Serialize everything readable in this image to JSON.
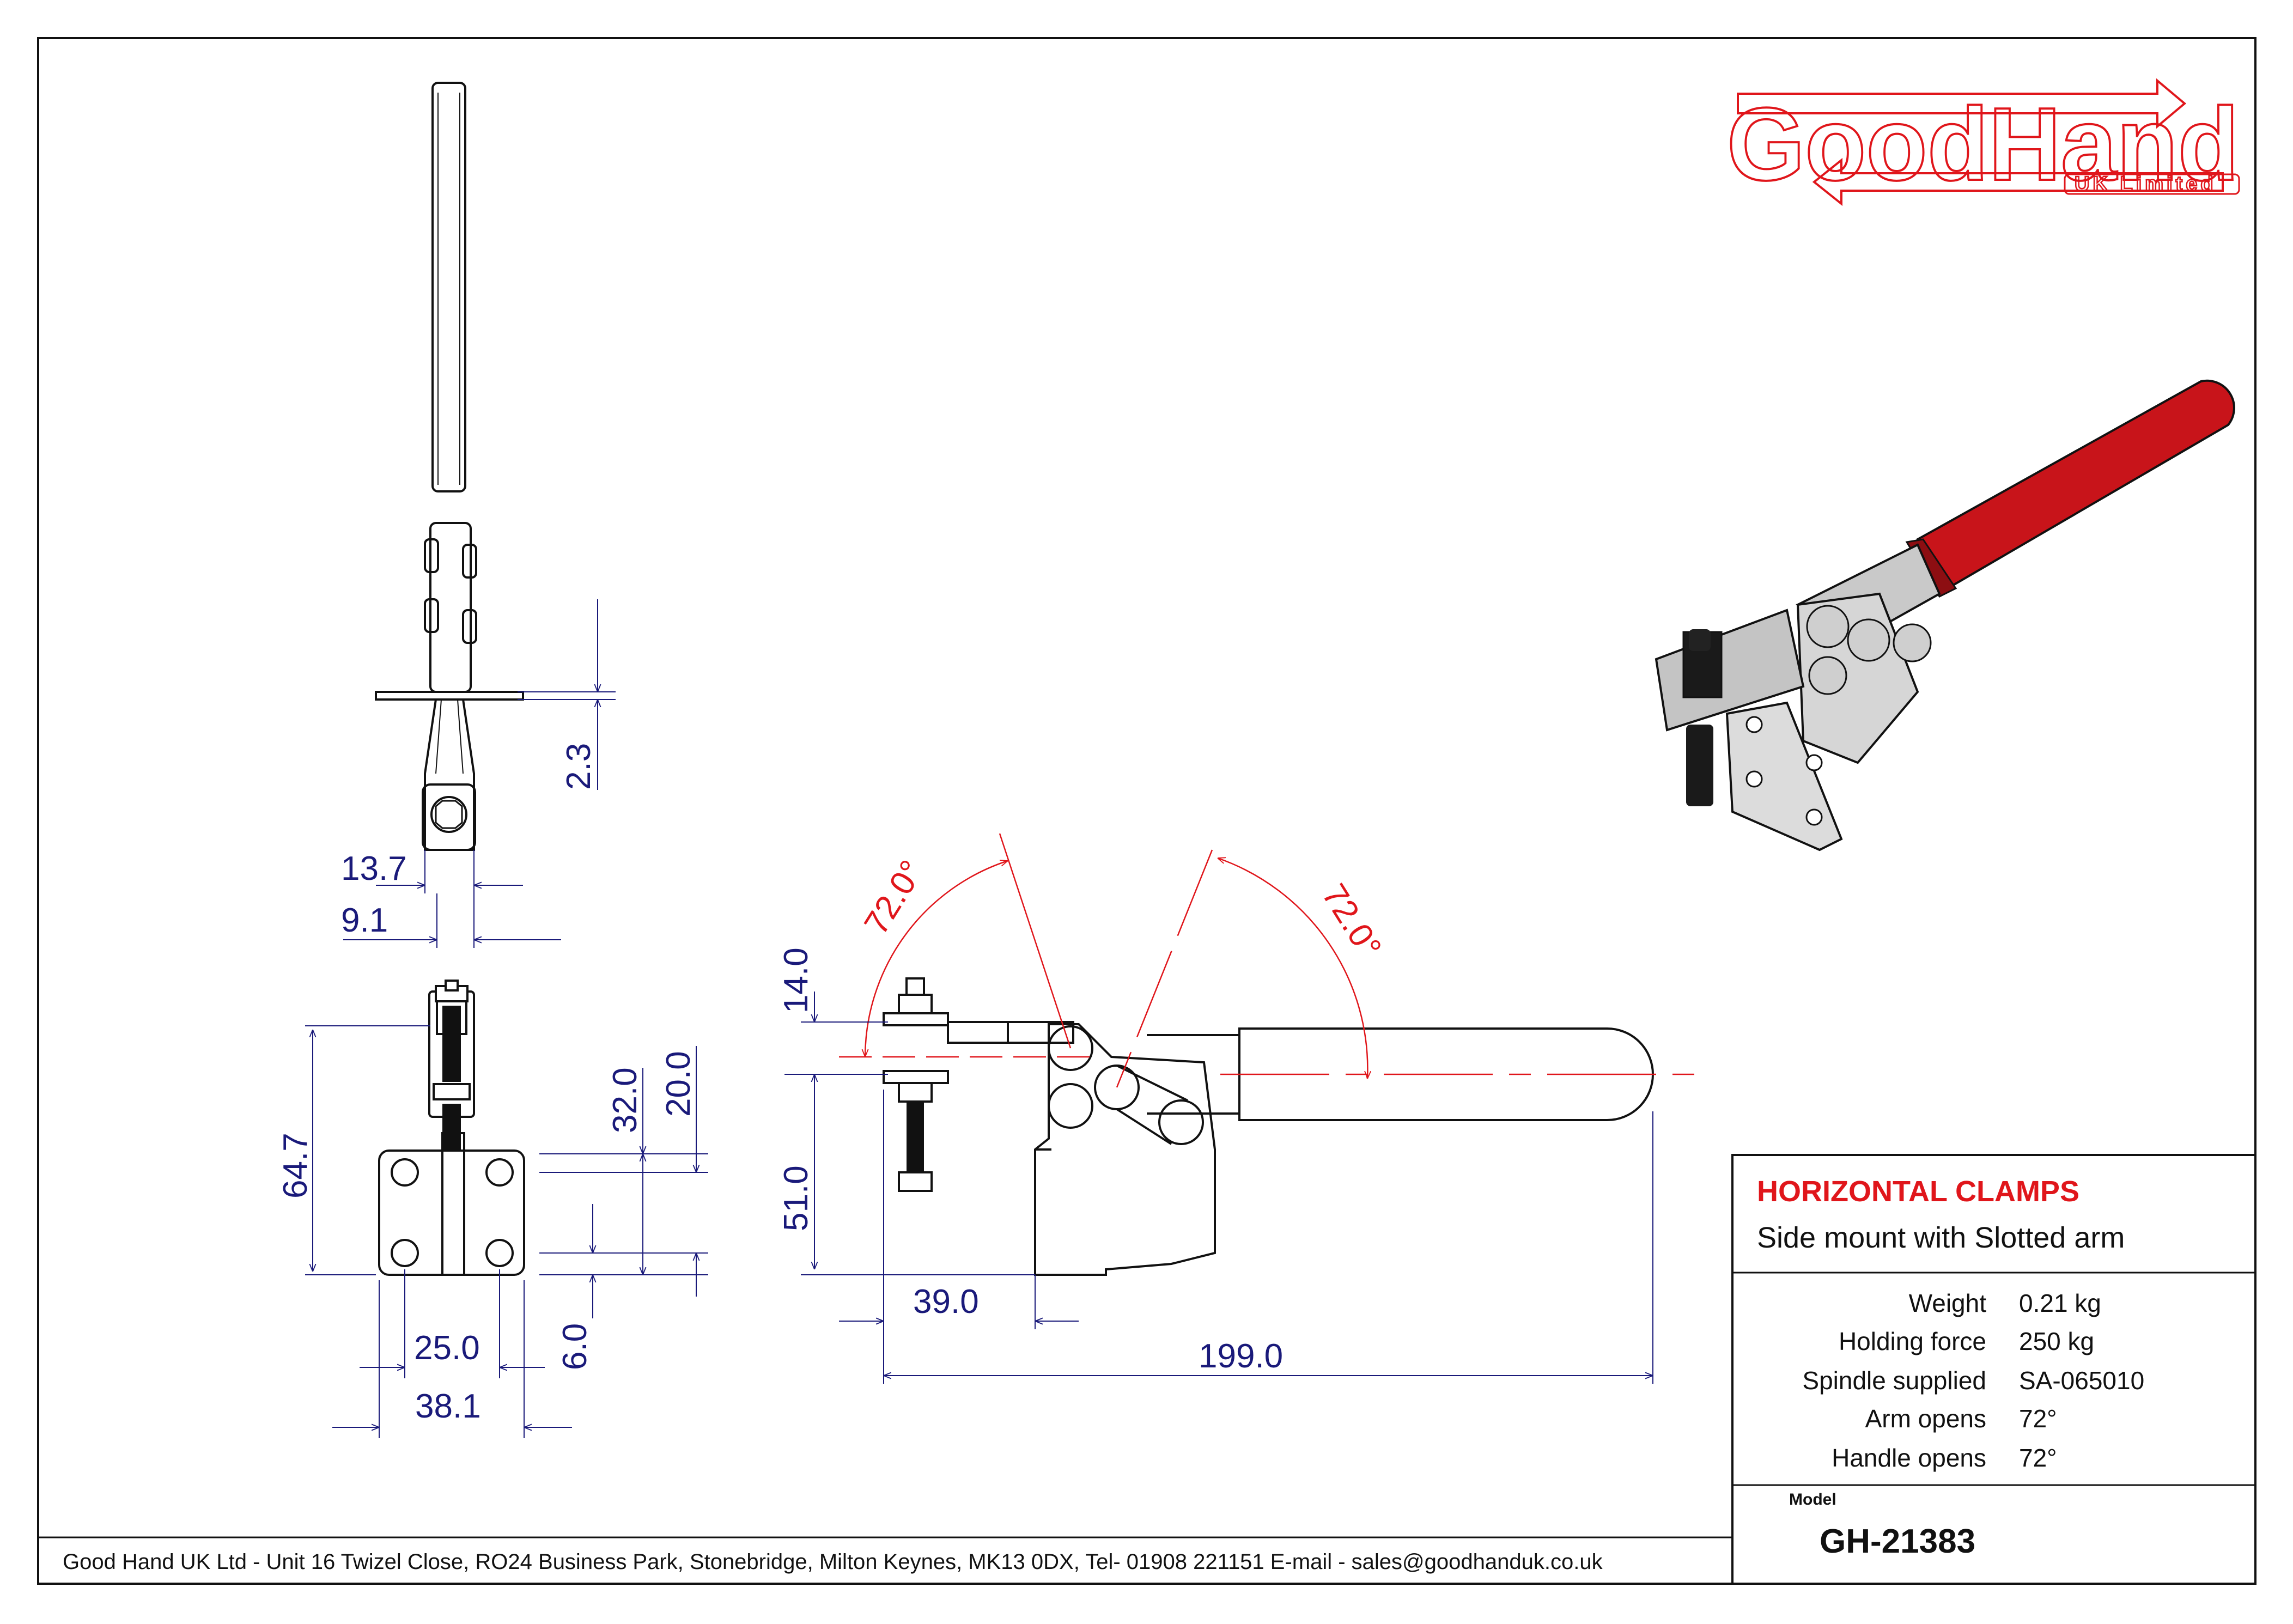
{
  "logo": {
    "brand": "GoodHand",
    "sub": "UK Limited"
  },
  "title_block": {
    "category": "HORIZONTAL CLAMPS",
    "description": "Side mount with Slotted arm",
    "specs": [
      {
        "label": "Weight",
        "value": "0.21 kg"
      },
      {
        "label": "Holding force",
        "value": "250 kg"
      },
      {
        "label": "Spindle supplied",
        "value": "SA-065010"
      },
      {
        "label": "Arm opens",
        "value": "72°"
      },
      {
        "label": "Handle opens",
        "value": "72°"
      }
    ],
    "model_label": "Model",
    "model": "GH-21383"
  },
  "footer": "Good Hand UK Ltd  - Unit 16 Twizel Close, RO24 Business Park, Stonebridge, Milton Keynes, MK13 0DX,  Tel- 01908 221151  E-mail - sales@goodhanduk.co.uk",
  "dimensions": {
    "d_2_3": "2.3",
    "d_13_7": "13.7",
    "d_9_1": "9.1",
    "d_64_7": "64.7",
    "d_32_0": "32.0",
    "d_20_0": "20.0",
    "d_6_0": "6.0",
    "d_25_0": "25.0",
    "d_38_1": "38.1",
    "d_14_0": "14.0",
    "d_51_0": "51.0",
    "d_39_0": "39.0",
    "d_199_0": "199.0",
    "arm_angle": "72.0°",
    "handle_angle": "72.0°"
  },
  "colors": {
    "accent": "#e0161b",
    "dimension": "#1a1a7a",
    "line": "#111111",
    "handle": "#c8141a",
    "steel": "#c9c9c9"
  }
}
